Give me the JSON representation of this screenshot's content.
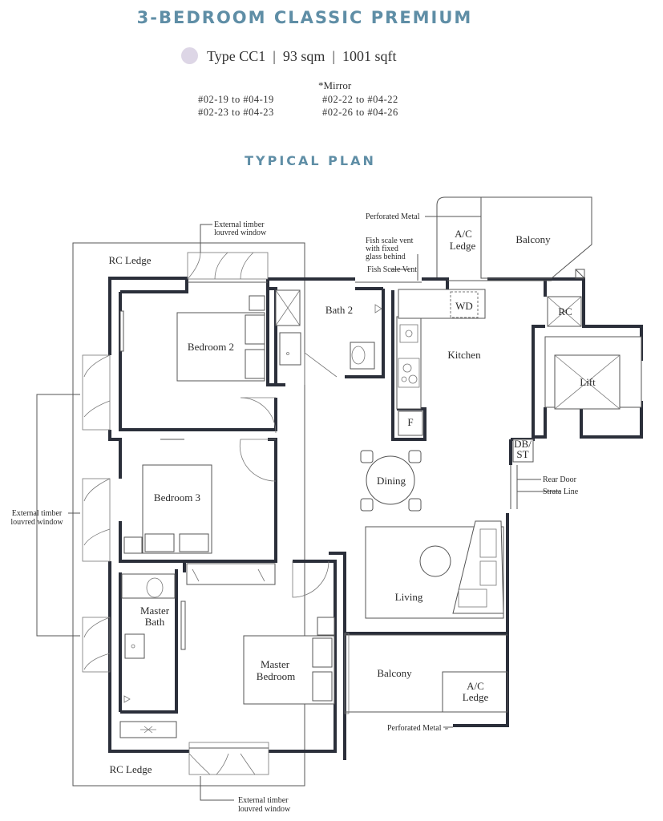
{
  "header": {
    "title": "3-BEDROOM CLASSIC PREMIUM",
    "type_label": "Type CC1",
    "area_sqm": "93 sqm",
    "area_sqft": "1001 sqft",
    "separator": "|",
    "mirror_label": "*Mirror",
    "units_left": [
      "#02-19 to #04-19",
      "#02-23 to #04-23"
    ],
    "units_right": [
      "#02-22 to #04-22",
      "#02-26 to #04-26"
    ],
    "type_dot_color": "#ddd6e6",
    "accent_color": "#5f8ea6"
  },
  "plan": {
    "title": "TYPICAL PLAN",
    "rooms": {
      "bedroom2": "Bedroom 2",
      "bedroom3": "Bedroom 3",
      "bath2": "Bath 2",
      "kitchen": "Kitchen",
      "wd": "WD",
      "fridge": "F",
      "lift": "Lift",
      "rc": "RC",
      "dining": "Dining",
      "living": "Living",
      "master_bath_1": "Master",
      "master_bath_2": "Bath",
      "master_bed_1": "Master",
      "master_bed_2": "Bedroom",
      "balcony_top": "Balcony",
      "balcony_bottom": "Balcony",
      "ac_top_1": "A/C",
      "ac_top_2": "Ledge",
      "ac_bottom_1": "A/C",
      "ac_bottom_2": "Ledge",
      "db_1": "DB/",
      "db_2": "ST",
      "rc_ledge_top": "RC Ledge",
      "rc_ledge_bottom": "RC Ledge"
    },
    "annotations": {
      "ext_window_top_1": "External timber",
      "ext_window_top_2": "louvred window",
      "ext_window_left_1": "External timber",
      "ext_window_left_2": "louvred window",
      "ext_window_bottom_1": "External timber",
      "ext_window_bottom_2": "louvred window",
      "perforated_top": "Perforated Metal",
      "perforated_bottom": "Perforated Metal",
      "fish_vent_1": "Fish scale vent",
      "fish_vent_2": "with fixed",
      "fish_vent_3": "glass behind",
      "fish_scale_vent": "Fish Scale Vent",
      "rear_door": "Rear Door",
      "strata_line": "Strata Line"
    }
  }
}
